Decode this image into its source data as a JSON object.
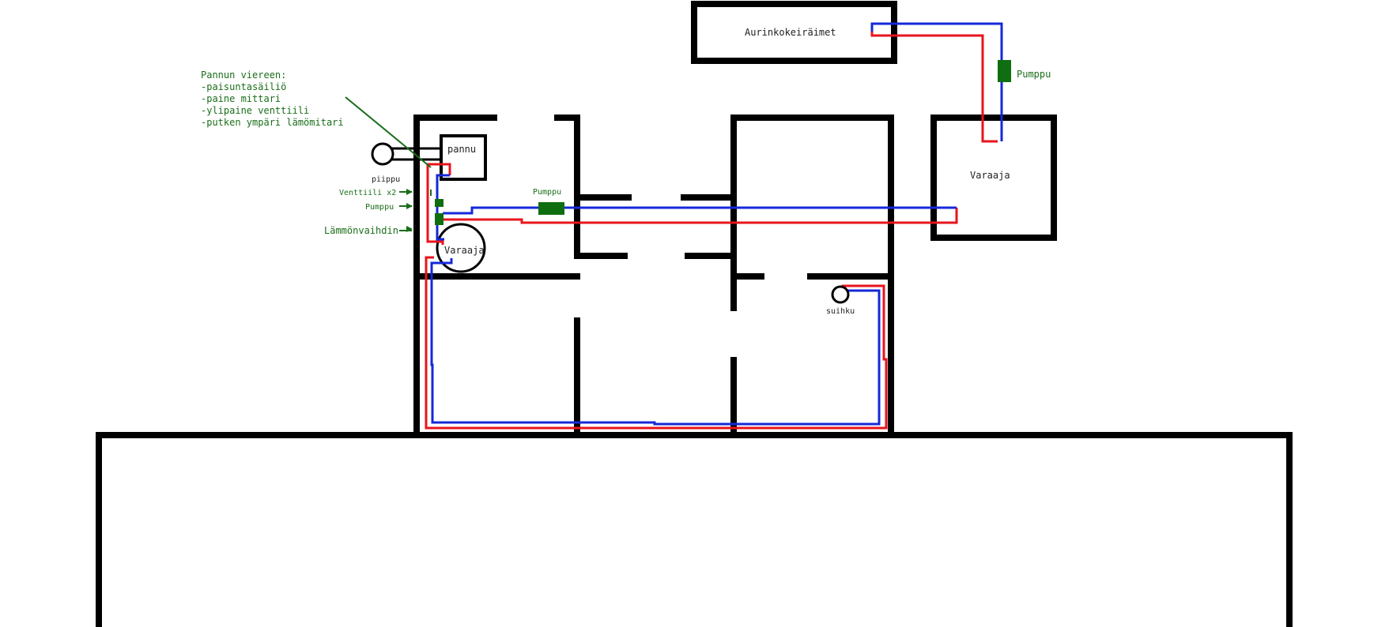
{
  "labels": {
    "collectors": "Aurinkokeiräimet",
    "pump_solar": "Pumppu",
    "tank_right": "Varaaja",
    "boiler": "pannu",
    "chimney": "piippu",
    "valves": "Venttiili x2",
    "pump_small": "Pumppu",
    "heat_exchanger": "Lämmönvaihdin",
    "tank_left": "Varaaja",
    "pump_mid": "Pumppu",
    "shower": "suihku"
  },
  "note": {
    "title": "Pannun viereen:",
    "lines": [
      "-paisuntasäiliö",
      "-paine mittari",
      "-ylipaine venttiili",
      "-putken ympäri lämömitari"
    ]
  },
  "colors": {
    "wall": "#000000",
    "hot_pipe": "#e8141c",
    "cold_pipe": "#1428d8",
    "component": "#0f6e0f",
    "annotation": "#1a6e1a"
  }
}
